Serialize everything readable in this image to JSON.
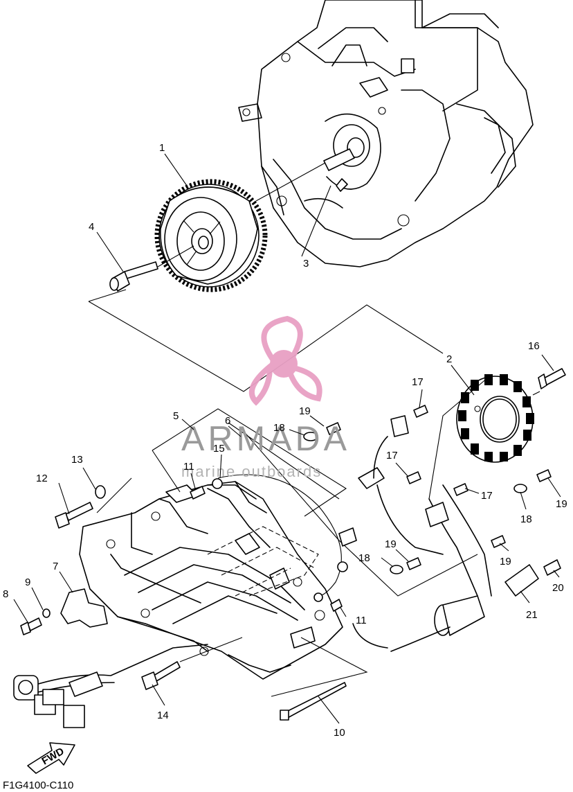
{
  "diagram": {
    "code": "F1G4100-C110",
    "fwd_label": "FWD",
    "watermark": {
      "brand": "ARMADA",
      "tagline": "marine outboards",
      "accent_color": "#e8a0c4",
      "text_color": "#9a9a9a"
    },
    "callouts": [
      {
        "id": "c1",
        "label": "1"
      },
      {
        "id": "c2",
        "label": "2"
      },
      {
        "id": "c3",
        "label": "3"
      },
      {
        "id": "c4",
        "label": "4"
      },
      {
        "id": "c5",
        "label": "5"
      },
      {
        "id": "c6",
        "label": "6"
      },
      {
        "id": "c7",
        "label": "7"
      },
      {
        "id": "c8",
        "label": "8"
      },
      {
        "id": "c9",
        "label": "9"
      },
      {
        "id": "c10",
        "label": "10"
      },
      {
        "id": "c11a",
        "label": "11"
      },
      {
        "id": "c11b",
        "label": "11"
      },
      {
        "id": "c12",
        "label": "12"
      },
      {
        "id": "c13",
        "label": "13"
      },
      {
        "id": "c14",
        "label": "14"
      },
      {
        "id": "c15",
        "label": "15"
      },
      {
        "id": "c16",
        "label": "16"
      },
      {
        "id": "c17a",
        "label": "17"
      },
      {
        "id": "c17b",
        "label": "17"
      },
      {
        "id": "c17c",
        "label": "17"
      },
      {
        "id": "c18a",
        "label": "18"
      },
      {
        "id": "c18b",
        "label": "18"
      },
      {
        "id": "c18c",
        "label": "18"
      },
      {
        "id": "c19a",
        "label": "19"
      },
      {
        "id": "c19b",
        "label": "19"
      },
      {
        "id": "c19c",
        "label": "19"
      },
      {
        "id": "c19d",
        "label": "19"
      },
      {
        "id": "c20",
        "label": "20"
      },
      {
        "id": "c21",
        "label": "21"
      }
    ]
  }
}
